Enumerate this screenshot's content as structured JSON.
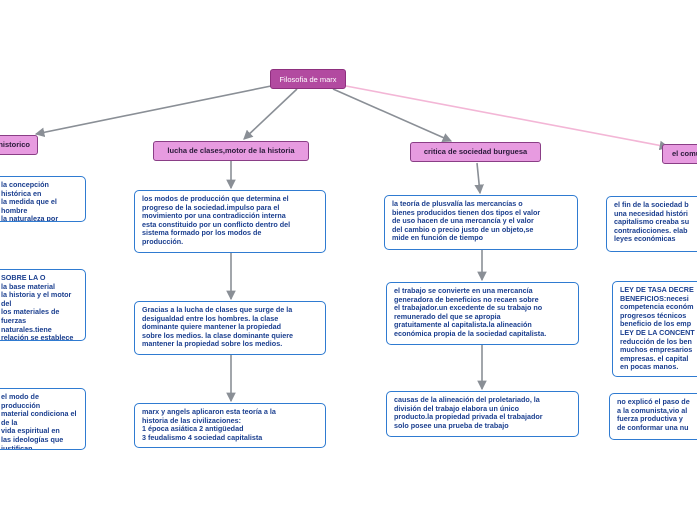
{
  "colors": {
    "root_fill": "#b24aa0",
    "topic_fill": "#e79be0",
    "card_border": "#2f7bd1",
    "card_text": "#1b3f8f",
    "connector": "#8a8f96",
    "connector_pink": "#f3b6d6"
  },
  "root": {
    "label": "Filosofia de marx"
  },
  "branches": [
    {
      "label": "materialismo historico",
      "cards": [
        "la concepción histórica en\nla medida que el hombre\nla naturaleza por medio del\ntrabajo",
        "SOBRE LA O\nla base material\nla historia y el motor del\nlos materiales de\nfuerzas naturales.tiene\nrelación se establece\nlos procesos productivos",
        "el modo de producción\nmaterial condiciona el de la\nvida espiritual en\nlas ideologías que justifican\ncondicionadas en la"
      ]
    },
    {
      "label": "lucha de clases,motor de la historia",
      "cards": [
        "los modos de producción que determina el\nprogreso de la sociedad.impulso para el\nmovimiento por una contradicción interna\nesta constituido por un conflicto dentro del\nsistema formado por los modos de\nproducción.",
        "Gracias a la lucha de clases que surge de la\ndesigualdad entre los hombres. la clase\ndominante quiere mantener la propiedad\nsobre los medios. la clase dominante quiere\nmantener la propiedad sobre los medios.",
        "marx y angels aplicaron  esta teoría a la\nhistoria de las civilizaciones:\n1 época asiática   2 antigüedad\n3 feudalismo  4 sociedad capitalista"
      ]
    },
    {
      "label": "critica de sociedad burguesa",
      "cards": [
        "la teoría de plusvalía las mercancías o\nbienes producidos tienen dos tipos el valor\nde uso hacen de una mercancía y el valor\ndel cambio o precio justo de un objeto,se\nmide en función de tiempo",
        "el trabajo se convierte en una mercancía\ngeneradora de beneficios no recaen sobre\nel trabajador.un excedente de su trabajo no\nremunerado del que se apropia\ngratuitamente al capitalista.la alineación\neconómica propia de la sociedad capitalista.",
        "causas de la alineación del proletariado, la\ndivisión del trabajo  elabora un único\nproducto.la propiedad privada el trabajador\nsolo posee una prueba de trabajo"
      ]
    },
    {
      "label": "el comunismo",
      "cards": [
        "el fin de la sociedad b\nuna necesidad históri\ncapitalismo creaba su\ncontradicciones. elab\nleyes económicas",
        "LEY DE TASA DECRE\nBENEFICIOS:necesi\ncompetencia económ\nprogresos técnicos\nbeneficio de los emp\nLEY DE LA CONCENT\nreducción de los ben\nmuchos empresarios\nempresas. el capital\nen pocas manos.",
        "no explicó el paso de\na la comunista,vio al\nfuerza productiva y\nde conformar una nu"
      ]
    }
  ]
}
